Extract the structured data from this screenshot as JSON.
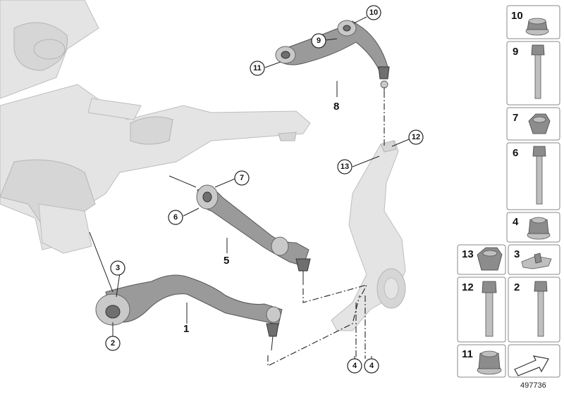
{
  "diagram": {
    "doc_id": "497736",
    "callouts": [
      {
        "id": "c10",
        "text": "10"
      },
      {
        "id": "c9",
        "text": "9"
      },
      {
        "id": "c11",
        "text": "11"
      },
      {
        "id": "c12",
        "text": "12"
      },
      {
        "id": "c13",
        "text": "13"
      },
      {
        "id": "c7",
        "text": "7"
      },
      {
        "id": "c6",
        "text": "6"
      },
      {
        "id": "c3",
        "text": "3"
      },
      {
        "id": "c2",
        "text": "2"
      },
      {
        "id": "c4a",
        "text": "4"
      },
      {
        "id": "c4b",
        "text": "4"
      }
    ],
    "plain_labels": [
      {
        "id": "l8",
        "text": "8"
      },
      {
        "id": "l5",
        "text": "5"
      },
      {
        "id": "l1",
        "text": "1"
      }
    ],
    "parts_panel": [
      {
        "id": "p10",
        "text": "10",
        "icon": "flange-nut-icon"
      },
      {
        "id": "p9",
        "text": "9",
        "icon": "bolt-icon"
      },
      {
        "id": "p7",
        "text": "7",
        "icon": "hex-nut-icon"
      },
      {
        "id": "p6",
        "text": "6",
        "icon": "bolt-icon"
      },
      {
        "id": "p4",
        "text": "4",
        "icon": "flange-nut-icon"
      },
      {
        "id": "p13",
        "text": "13",
        "icon": "hex-nut-icon"
      },
      {
        "id": "p3",
        "text": "3",
        "icon": "bracket-clip-icon"
      },
      {
        "id": "p12",
        "text": "12",
        "icon": "bolt-icon"
      },
      {
        "id": "p2",
        "text": "2",
        "icon": "bolt-icon"
      },
      {
        "id": "p11",
        "text": "11",
        "icon": "flange-nut-icon"
      },
      {
        "id": "p-arrow",
        "text": "",
        "icon": "direction-arrow-icon"
      }
    ]
  }
}
